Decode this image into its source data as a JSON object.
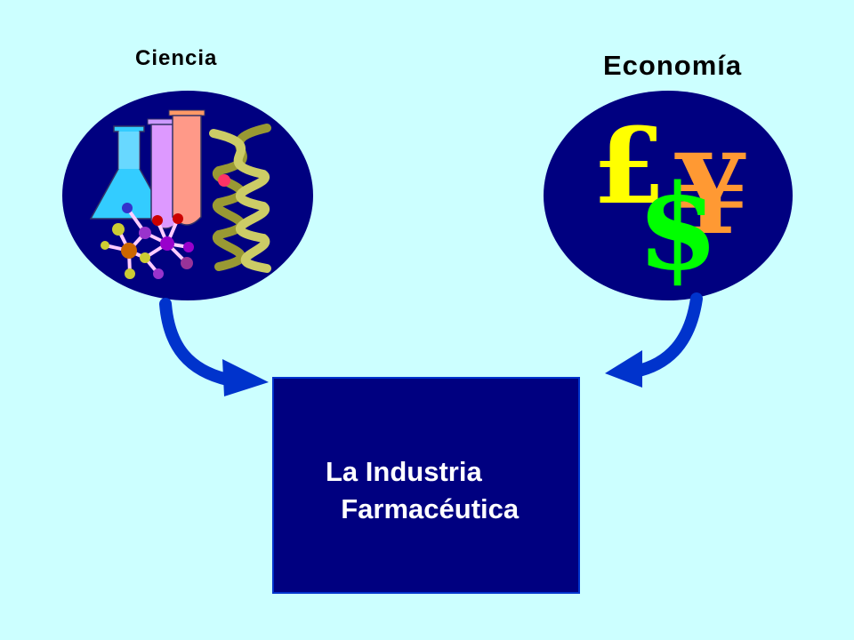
{
  "left_node": {
    "label": "Ciencia",
    "icons": [
      "erlenmeyer-flask-icon",
      "test-tubes-icon",
      "molecule-icon",
      "dna-helix-icon"
    ]
  },
  "right_node": {
    "label": "Economía",
    "icons": [
      "pound-sign-icon",
      "yen-sign-icon",
      "dollar-sign-icon"
    ]
  },
  "currency": {
    "pound": "£",
    "yen": "¥",
    "dollar": "$"
  },
  "result_node": {
    "line1": "La Industria",
    "line2": "  Farmacéutica"
  },
  "colors": {
    "background": "#ccffff",
    "ellipse": "#000080",
    "arrow": "#0033cc",
    "box": "#000080",
    "box_text": "#ffffff",
    "pound": "#ffff00",
    "yen": "#ff9933",
    "dollar": "#00ff00"
  }
}
